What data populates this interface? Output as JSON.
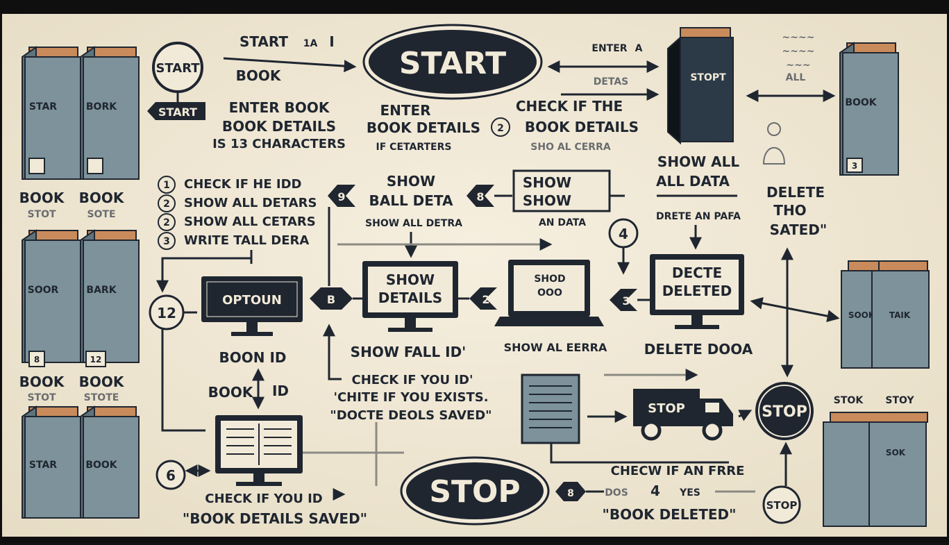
{
  "colors": {
    "paper": "#f2ead8",
    "ink": "#1f2630",
    "book_cover": "#7d929a",
    "book_pages": "#c98b5b",
    "frame": "#0f0f10"
  },
  "labels": {
    "start_small_circle": "START",
    "start_tag": "START",
    "start_oval": "START",
    "stop_oval": "STOP",
    "stop_circle_big": "STOP",
    "stop_circle_small": "STOP",
    "truck": "STOP",
    "start_top_1": "START",
    "start_top_2": "1A",
    "start_top_3": "I",
    "book_top": "BOOK",
    "enter_right_1": "ENTER",
    "enter_right_2": "A",
    "enter_right_3": "DETAS",
    "enter_book_1": "ENTER BOOK",
    "enter_book_2": "BOOK DETAILS",
    "enter_book_3": "IS 13 CHARACTERS",
    "enter_mid_1": "ENTER",
    "enter_mid_2": "BOOK DETAILS",
    "enter_mid_3": "IF CETARTERS",
    "check_top_1": "CHECK IF THE",
    "check_top_num": "2",
    "check_top_2": "BOOK DETAILS",
    "check_top_3": "SHO AL CERRA",
    "show_all_right_1": "SHOW ALL",
    "show_all_right_2": "ALL DATA",
    "drete": "DRETE AN PAFA",
    "delete_right_1": "DELETE",
    "delete_right_2": "THO",
    "delete_right_3": "SATED\"",
    "top_right_scribble": "ALL",
    "book_stopt": "STOPT",
    "list_1_num": "1",
    "list_1": "CHECK IF HE IDD",
    "list_2_num": "2",
    "list_2": "SHOW ALL DETARS",
    "list_3": "SHOW ALL CETARS",
    "list_4_num": "3",
    "list_4": "WRITE TALL DERA",
    "badge_9": "9",
    "show_mid_1": "SHOW",
    "show_mid_2": "BALL DETA",
    "show_mid_3": "SHOW ALL DETRA",
    "badge_8": "8",
    "show_panel_1": "SHOW",
    "show_panel_2": "SHOW",
    "show_panel_3": "AN DATA",
    "badge_4": "4",
    "num_12": "12",
    "optoun": "OPTOUN",
    "badge_b1": "B",
    "show_details_1": "SHOW",
    "show_details_2": "DETAILS",
    "badge_2": "2",
    "monitor_small_1": "SHOD",
    "monitor_small_2": "OOO",
    "badge_3": "3",
    "decte_1": "DECTE",
    "decte_2": "DELETED",
    "boon_id": "BOON ID",
    "book_id_1": "BOOK",
    "book_id_2": "ID",
    "show_fall_id": "SHOW FALL ID'",
    "show_al_eerra": "SHOW AL EERRA",
    "delete_dooa": "DELETE DOOA",
    "check_you_1": "CHECK IF YOU ID'",
    "check_you_2": "'CHITE IF YOU EXISTS.",
    "check_you_3": "\"DOCTE DEOLS SAVED\"",
    "num_6": "6",
    "check_bottom": "CHECK IF YOU ID",
    "book_saved": "\"BOOK DETAILS SAVED\"",
    "badge_bottom_8": "8",
    "checw_1": "CHECW IF AN FRRE",
    "checw_2": "DOS",
    "checw_num": "4",
    "checw_3": "YES",
    "book_deleted": "\"BOOK DELETED\"",
    "badge_right_3": "3",
    "stok": "STOK",
    "stoy": "STOY"
  },
  "books": [
    {
      "spine": "STAR",
      "caption_1": "BOOK",
      "caption_2": "STOT"
    },
    {
      "spine": "BORK",
      "caption_1": "BOOK",
      "caption_2": "SOTE"
    },
    {
      "spine": "SOOR",
      "num": "8",
      "caption_1": "BOOK",
      "caption_2": "STOT"
    },
    {
      "spine": "BARK",
      "num": "12",
      "caption_1": "BOOK",
      "caption_2": "STOTE"
    },
    {
      "spine": "STAR"
    },
    {
      "spine": "BOOK"
    },
    {
      "spine": "BOOK",
      "num": "3"
    },
    {
      "spine": "SOOK"
    },
    {
      "spine": "TAIK"
    },
    {
      "spine": "SOK"
    }
  ]
}
